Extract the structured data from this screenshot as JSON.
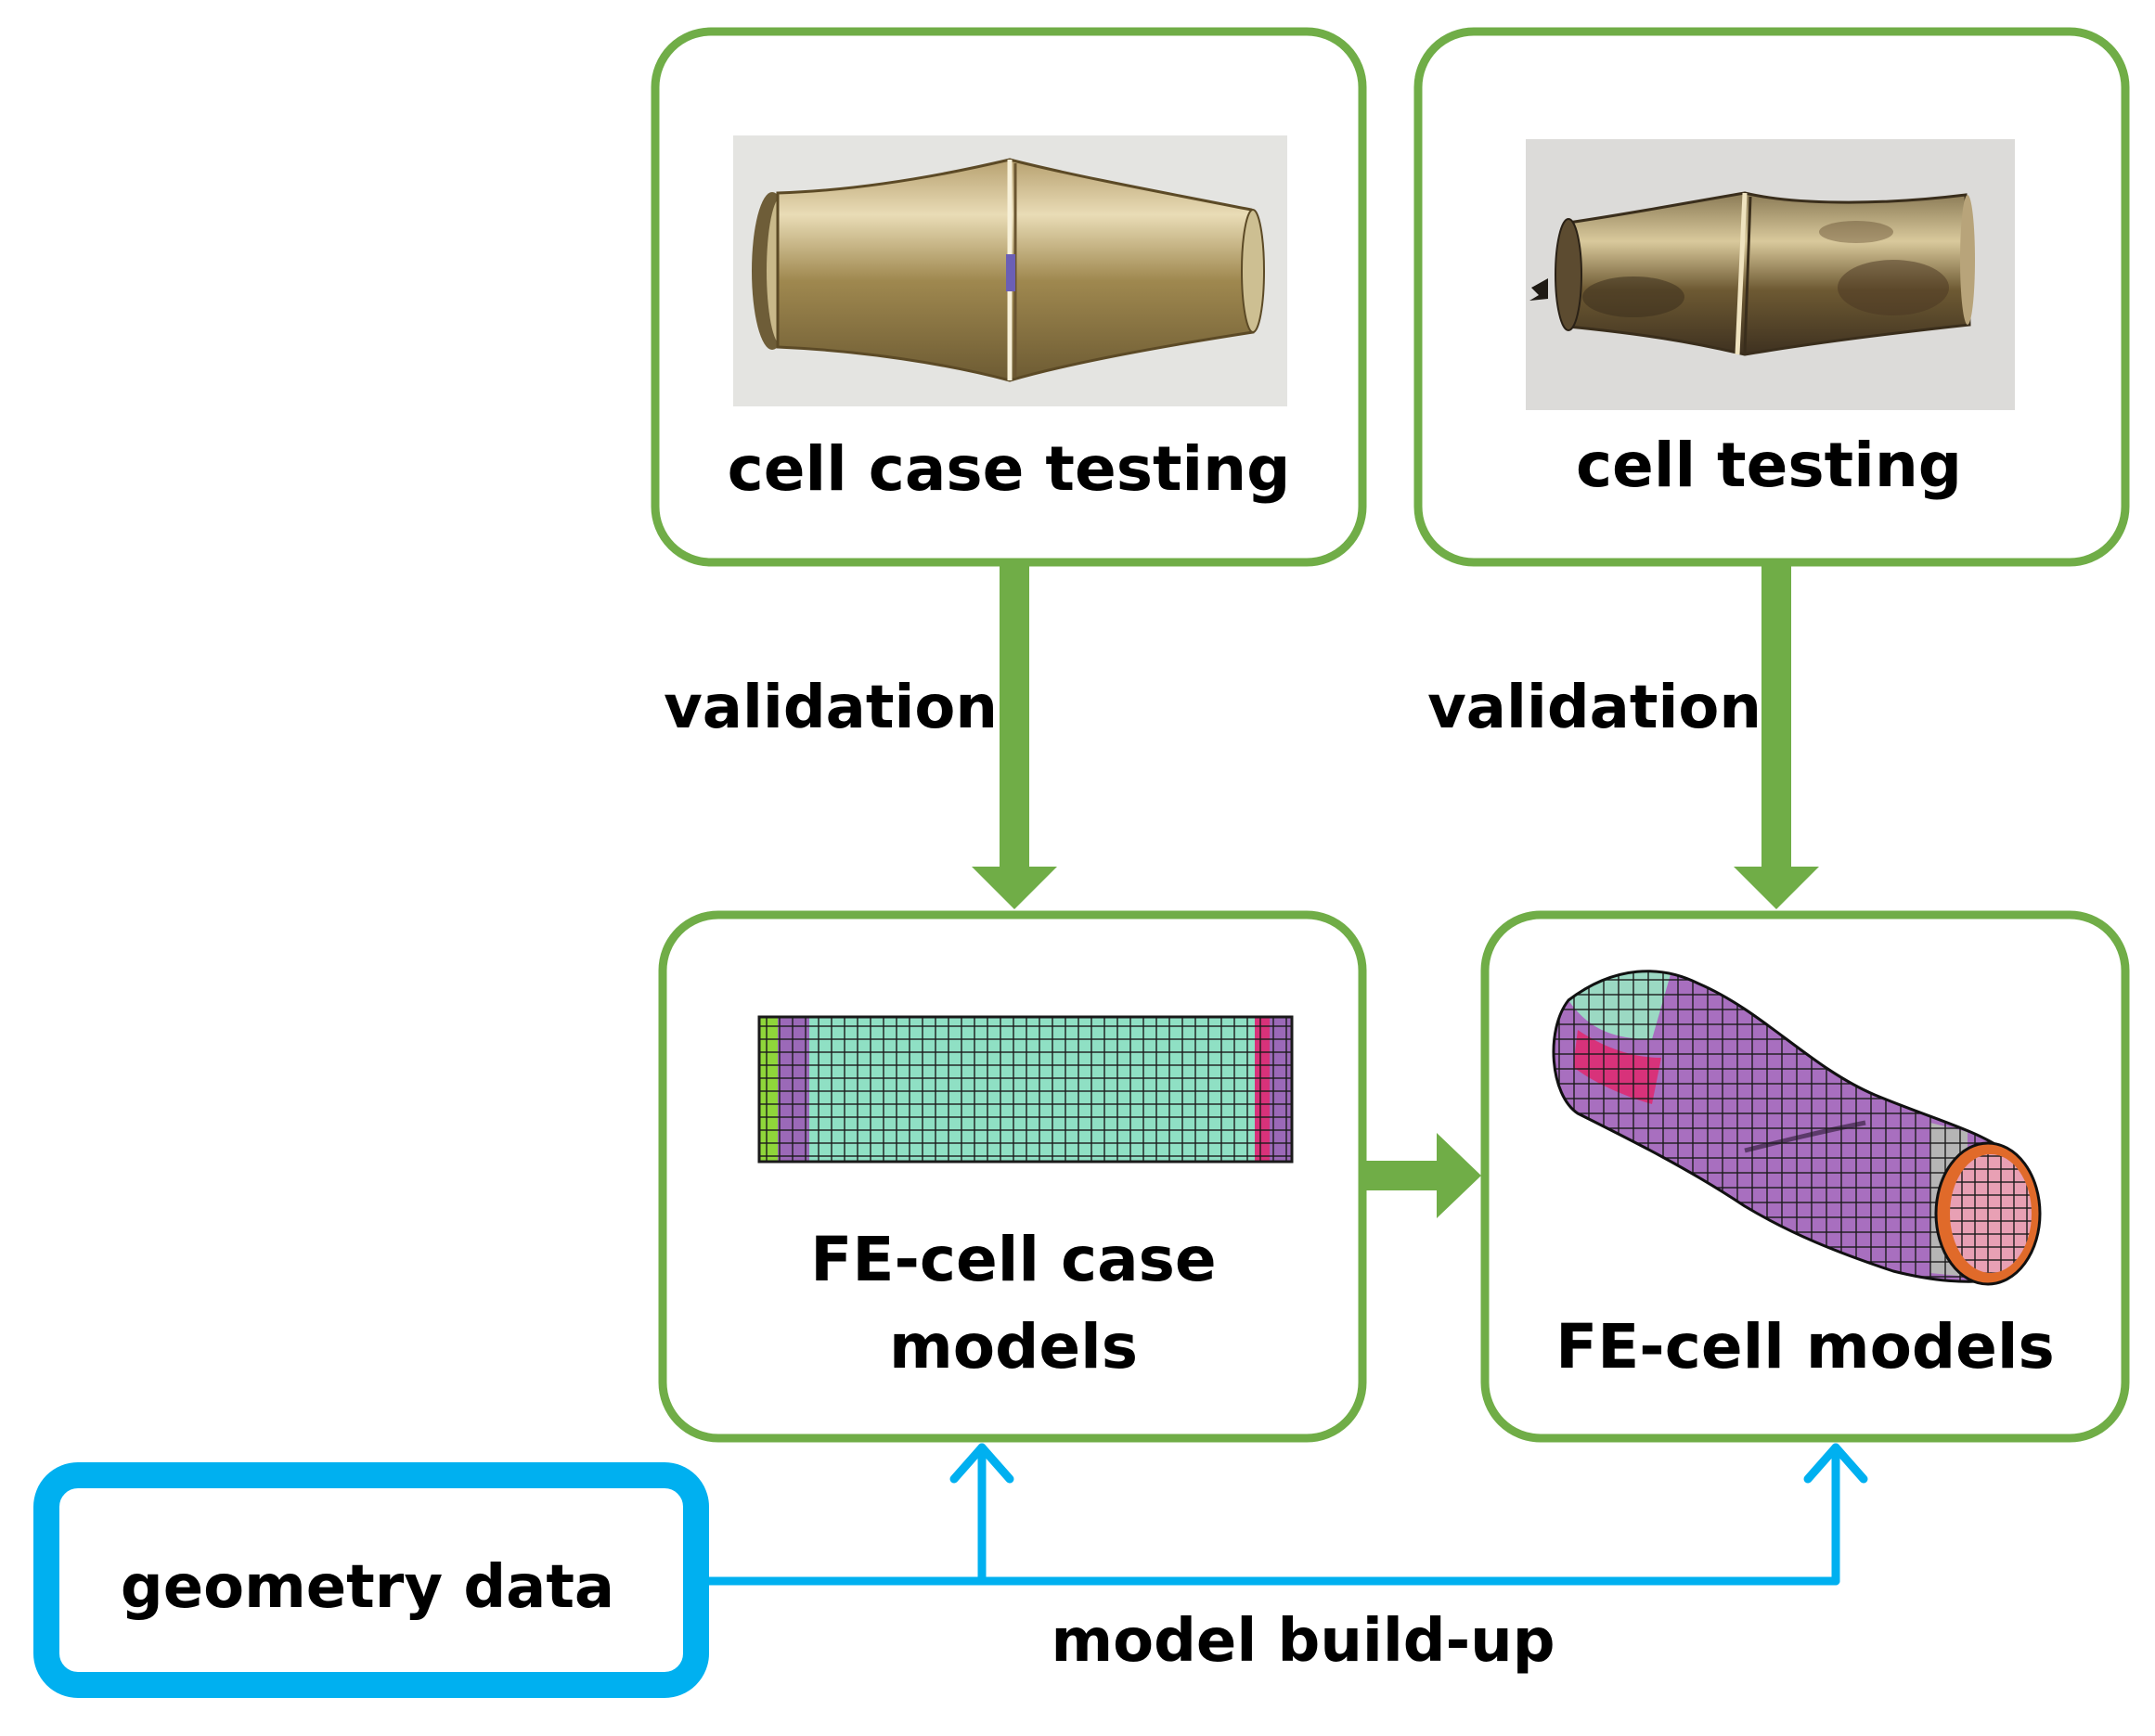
{
  "colors": {
    "green": "#70ad47",
    "blue": "#00b0f0",
    "text": "#000000",
    "background": "#ffffff"
  },
  "nodes": {
    "cell_case_testing": {
      "label": "cell case testing",
      "image": "deformed-metal-cell-case-photo"
    },
    "cell_testing": {
      "label": "cell testing",
      "image": "deformed-battery-cell-photo"
    },
    "fe_cell_case_models": {
      "label_line1": "FE-cell case",
      "label_line2": "models",
      "image": "straight-fe-mesh-cylinder"
    },
    "fe_cell_models": {
      "label": "FE-cell models",
      "image": "bent-fe-mesh-cylinder"
    },
    "geometry_data": {
      "label": "geometry data"
    }
  },
  "edges": {
    "validation_left": {
      "label": "validation"
    },
    "validation_right": {
      "label": "validation"
    },
    "model_build_up": {
      "label": "model build-up"
    }
  }
}
